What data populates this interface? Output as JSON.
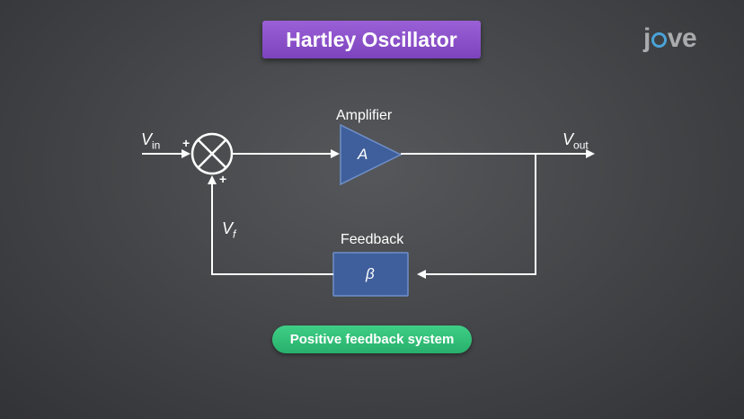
{
  "title": "Hartley Oscillator",
  "logo": {
    "prefix": "j",
    "suffix": "ve"
  },
  "diagram": {
    "amplifier_label": "Amplifier",
    "amplifier_symbol": "A",
    "feedback_label": "Feedback",
    "feedback_symbol": "β",
    "input_var": "V",
    "input_sub": "in",
    "output_var": "V",
    "output_sub": "out",
    "feedback_var": "V",
    "feedback_sub": "f",
    "plus_top": "+",
    "plus_bottom": "+"
  },
  "caption": "Positive feedback system",
  "colors": {
    "title_bg": "#8a50c8",
    "block_fill": "#3f5f9c",
    "caption_bg": "#32c078",
    "logo_accent": "#4aa3d8"
  }
}
